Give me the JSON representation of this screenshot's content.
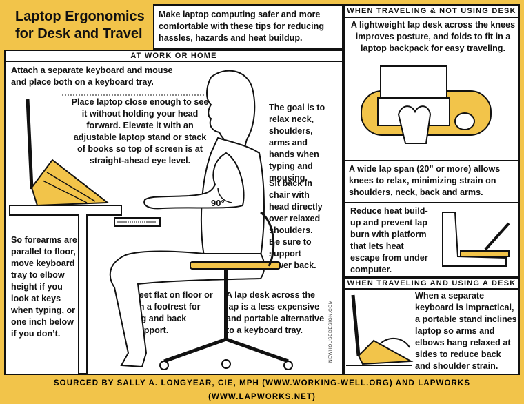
{
  "title_line1": "Laptop Ergonomics",
  "title_line2": "for Desk and Travel",
  "intro": "Make laptop computing safer and more comfortable with these tips for reducing hassles, hazards and heat buildup.",
  "sections": {
    "work_home": "AT WORK OR HOME",
    "travel_no_desk": "WHEN TRAVELING & NOT USING DESK",
    "travel_desk": "WHEN TRAVELING AND USING A DESK"
  },
  "tips": {
    "keyboard": "Attach a separate keyboard and mouse and place both on a keyboard tray.",
    "laptop_height": "Place laptop close enough to see it without holding your head forward. Elevate it with an adjustable laptop stand or stack of books so top of screen is at straight-ahead eye level.",
    "goal": "The goal is to relax neck, shoulders, arms and hands when typing and mousing.",
    "sit_back": "Sit back in chair with head directly over relaxed shoulders. Be sure to support lower back.",
    "forearms": "So forearms are parallel to floor, move keyboard tray to elbow height if you look at keys when typing, or one inch below if you don’t.",
    "feet": "Feet flat on floor or on a footrest for leg and back support.",
    "lap_desk_alt": "A lap desk across the lap is a less expensive and portable alternative to a keyboard tray.",
    "lightweight": "A lightweight lap desk across the knees improves posture, and folds to fit in a laptop backpack for easy traveling.",
    "wide_span": "A wide lap span (20” or more) allows knees to relax, minimizing strain on shoulders, neck, back and arms.",
    "heat": "Reduce heat build-up and prevent lap burn with platform that lets heat escape from under computer.",
    "stand": "When a separate keyboard is impractical, a portable stand inclines laptop so arms and elbows hang relaxed at sides to reduce back and shoulder strain."
  },
  "angle_label": "90°",
  "credit": "NEWHOUSEDESIGN.COM",
  "footer": "SOURCED BY SALLY A. LONGYEAR, CIE, MPH (WWW.WORKING-WELL.ORG) AND LAPWORKS (WWW.LAPWORKS.NET)",
  "colors": {
    "border": "#f2c44a",
    "accent": "#f2c44a",
    "ink": "#111111"
  }
}
